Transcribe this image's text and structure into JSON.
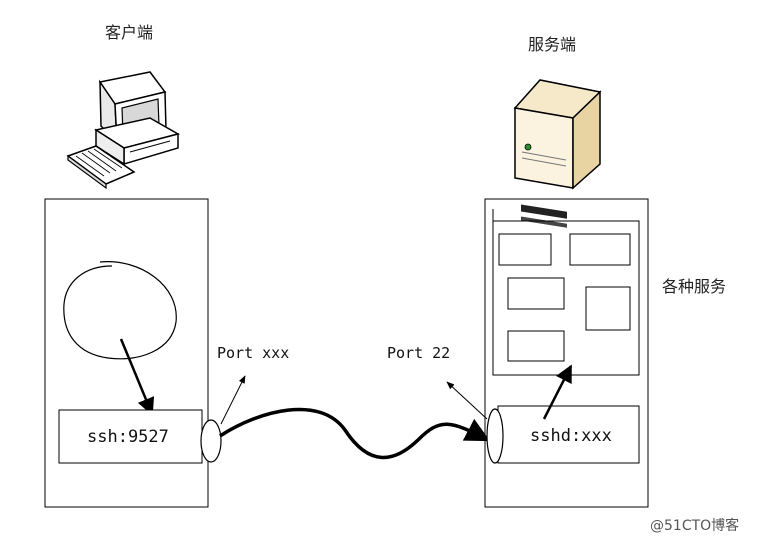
{
  "labels": {
    "client_title": "客户端",
    "server_title": "服务端",
    "services_label": "各种服务",
    "client_port_label": "Port xxx",
    "server_port_label": "Port 22",
    "client_process": "ssh:9527",
    "server_process": "sshd:xxx",
    "watermark": "@51CTO博客"
  },
  "icons": {
    "client": "desktop-computer-icon",
    "server": "tower-server-icon"
  },
  "colors": {
    "line": "#000000",
    "server_body": "#f1e2bf",
    "server_front": "#fbf3df"
  }
}
